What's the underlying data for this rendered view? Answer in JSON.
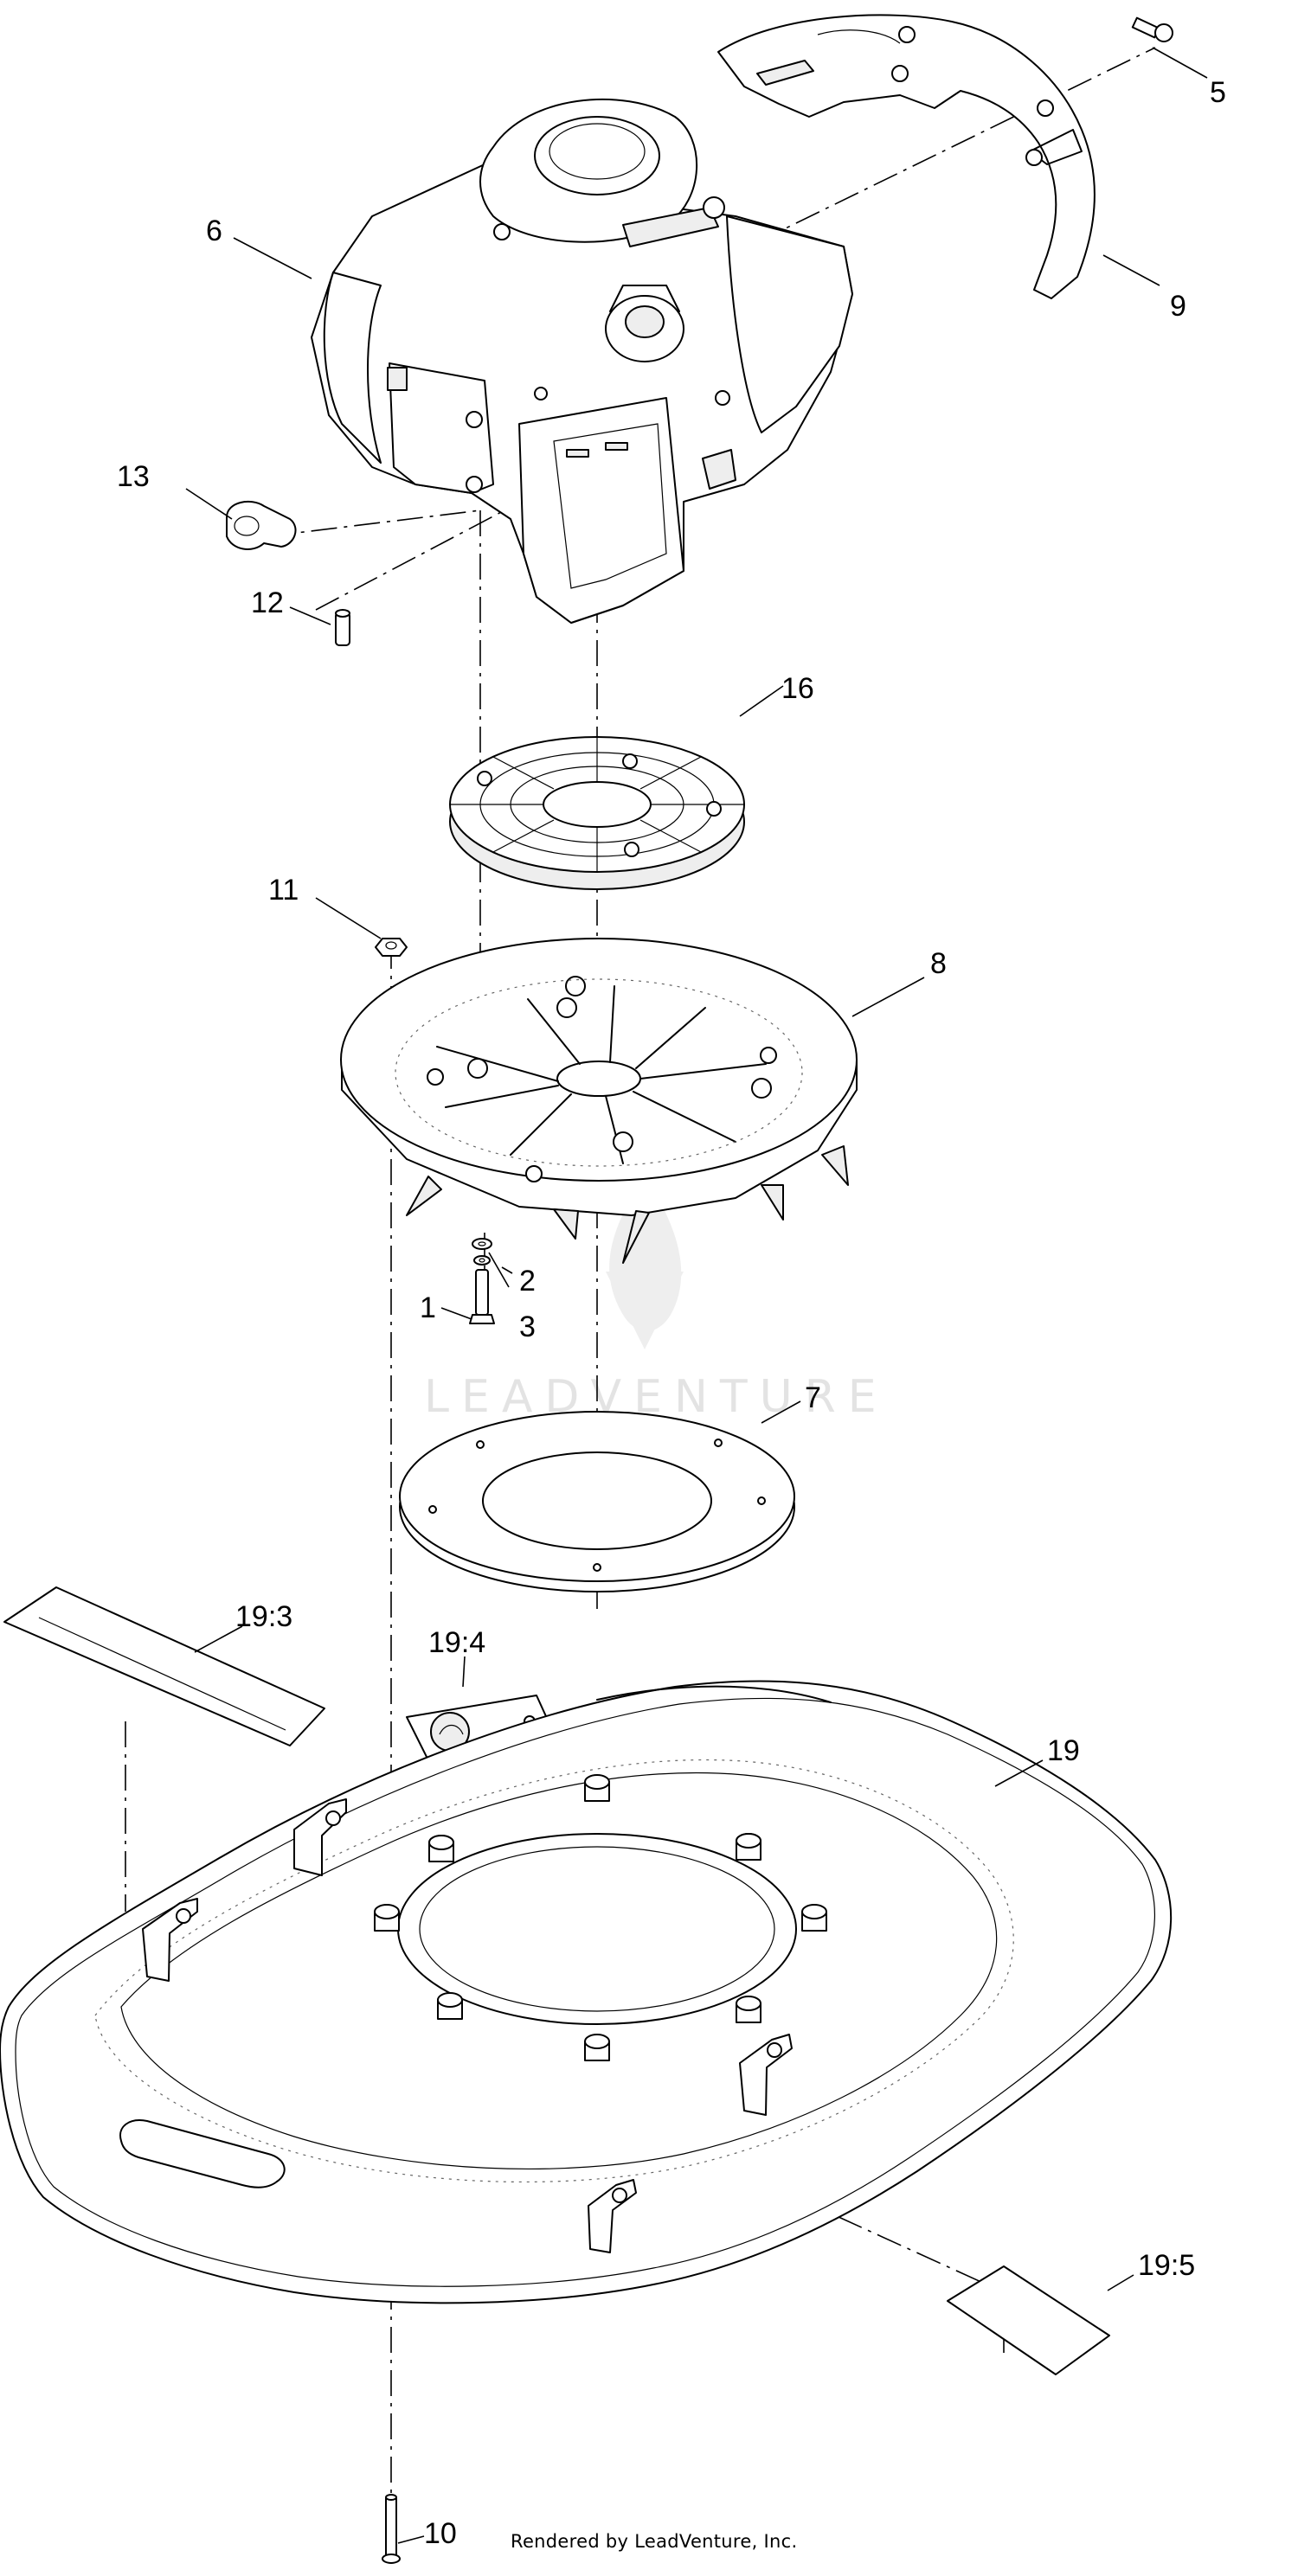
{
  "diagram": {
    "callouts": {
      "c5": "5",
      "c6": "6",
      "c9": "9",
      "c13": "13",
      "c12": "12",
      "c16": "16",
      "c11": "11",
      "c8": "8",
      "c2": "2",
      "c1": "1",
      "c3": "3",
      "c7": "7",
      "c19_3": "19:3",
      "c19_4": "19:4",
      "c19": "19",
      "c19_5": "19:5",
      "c10": "10"
    },
    "watermark": "LEADVENTURE",
    "credit": "Rendered by LeadVenture, Inc."
  }
}
